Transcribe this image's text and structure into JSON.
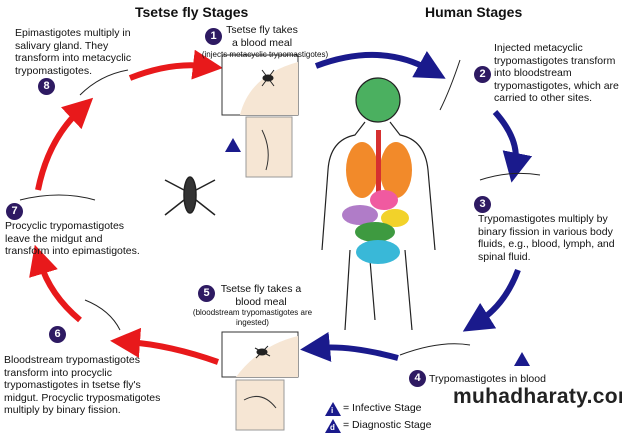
{
  "titles": {
    "tsetse": "Tsetse fly Stages",
    "human": "Human Stages"
  },
  "steps": [
    {
      "num": "1",
      "text": "Tsetse fly takes a blood meal",
      "sub": "(injects metacyclic trypomastigotes)"
    },
    {
      "num": "2",
      "text": "Injected metacyclic trypomastigotes transform into bloodstream trypomastigotes, which are carried to other sites."
    },
    {
      "num": "3",
      "text": "Trypomastigotes multiply by binary fission in various body fluids, e.g., blood, lymph, and spinal fluid."
    },
    {
      "num": "4",
      "text": "Trypomastigotes in blood"
    },
    {
      "num": "5",
      "text": "Tsetse fly takes a blood meal",
      "sub": "(bloodstream trypomastigotes are ingested)"
    },
    {
      "num": "6",
      "text": "Bloodstream trypomastigotes transform into procyclic trypomastigotes in tsetse fly's midgut. Procyclic tryposmatigotes multiply by binary fission."
    },
    {
      "num": "7",
      "text": "Procyclic trypomastigotes leave the midgut and transform into epimastigotes."
    },
    {
      "num": "8",
      "text": "Epimastigotes multiply in salivary gland. They transform into metacyclic trypomastigotes."
    }
  ],
  "legend": {
    "i_symbol": "i",
    "i_label": "= Infective Stage",
    "d_symbol": "d",
    "d_label": "= Diagnostic Stage"
  },
  "watermark": "muhadharaty.com",
  "colors": {
    "red": "#e8191b",
    "blue": "#1a1a8c",
    "badge": "#2e1a62",
    "skin": "#f6e6d4"
  }
}
